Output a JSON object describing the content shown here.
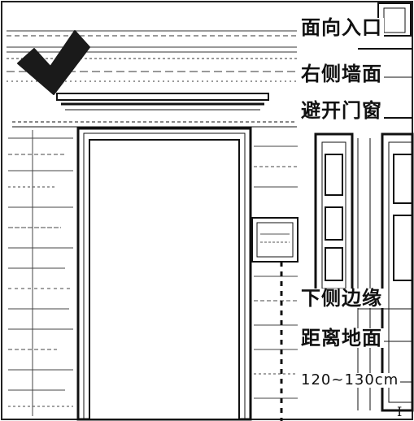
{
  "labels": {
    "face_entrance": "面向入口",
    "right_wall": "右侧墙面",
    "avoid_doors": "避开门窗",
    "bottom_edge": "下侧边缘",
    "from_floor": "距离地面",
    "height_range": "120~130cm"
  },
  "icons": {
    "check": "checkmark-icon"
  },
  "colors": {
    "line": "#222222",
    "check": "#1a1a1a",
    "paper": "#ffffff"
  }
}
